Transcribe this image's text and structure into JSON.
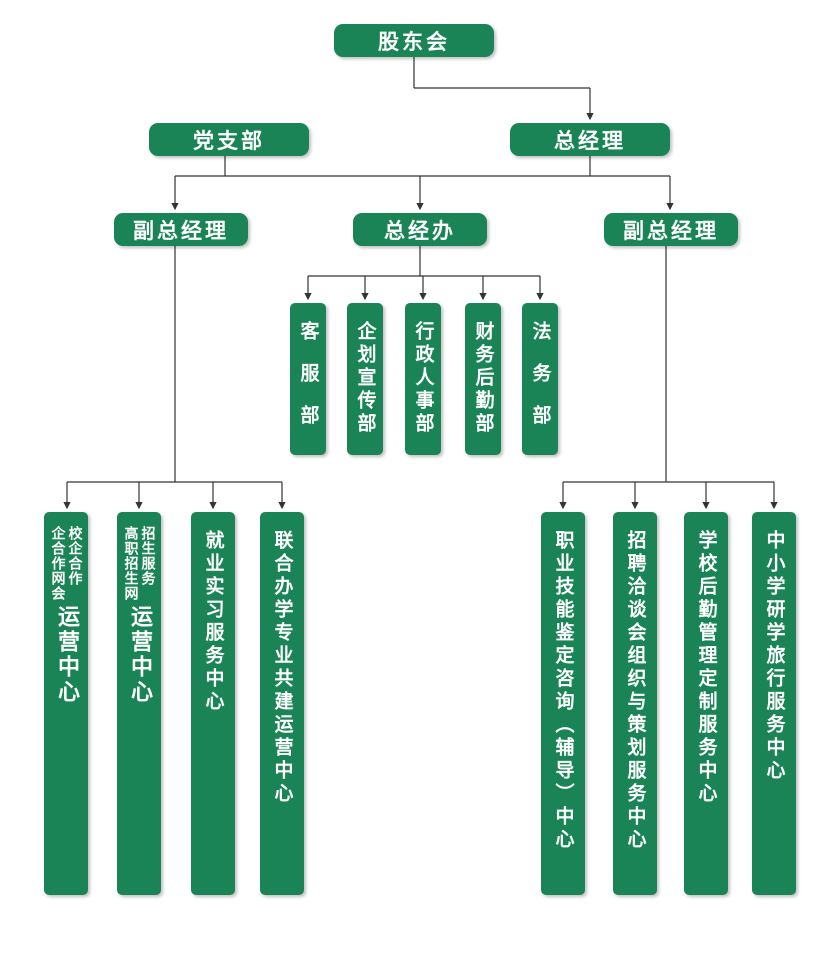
{
  "colors": {
    "node": "#1a8456",
    "line": "#333333"
  },
  "nodes": {
    "shareholders": "股东会",
    "party_branch": "党支部",
    "general_manager": "总经理",
    "deputy_gm_left": "副总经理",
    "gm_office": "总经办",
    "deputy_gm_right": "副总经理",
    "departments": {
      "customer_service": "客服部",
      "planning": "企划宣传部",
      "admin_hr": "行政人事部",
      "finance": "财务后勤部",
      "legal": "法务部"
    },
    "left_centers": {
      "school_enterprise": {
        "small_col1": "校企合作",
        "small_col2": "企合作网会",
        "big": "运营中心"
      },
      "vocational": {
        "small_col1": "招生服务",
        "small_col2": "高职招生网",
        "big": "运营中心"
      },
      "employment": "就业实习服务中心",
      "joint_school": "联合办学专业共建运营中心"
    },
    "right_centers": {
      "skill_appraisal": "职业技能鉴定咨询（辅导）中心",
      "job_fair": "招聘洽谈会组织与策划服务中心",
      "logistics": "学校后勤管理定制服务中心",
      "study_travel": "中小学研学旅行服务中心"
    }
  }
}
